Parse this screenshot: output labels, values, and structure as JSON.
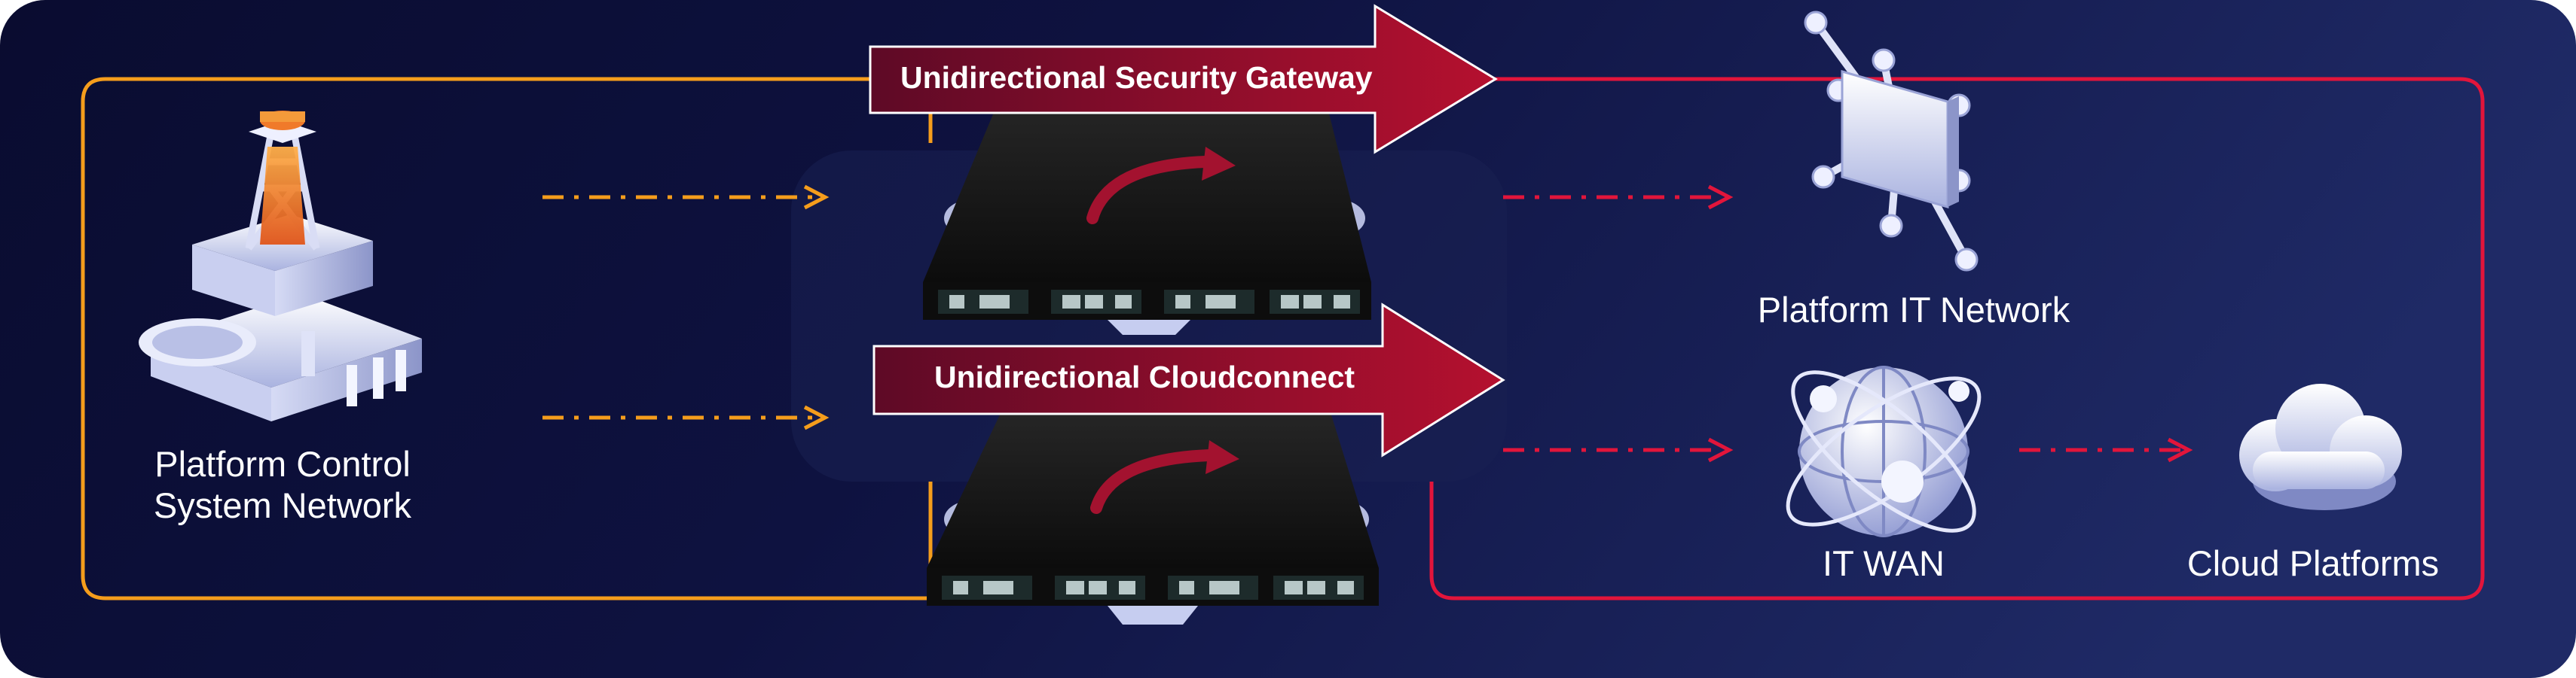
{
  "diagram": {
    "banners": {
      "gateway": "Unidirectional Security Gateway",
      "cloudconnect": "Unidirectional Cloudconnect"
    },
    "nodes": {
      "control_network_line1": "Platform Control",
      "control_network_line2": "System Network",
      "it_network": "Platform IT Network",
      "it_wan": "IT WAN",
      "cloud": "Cloud Platforms"
    },
    "colors": {
      "background_dark": "#0b0d33",
      "background_light": "#1d2660",
      "ot_side_orange": "#f59d1c",
      "it_side_red": "#e2153b",
      "banner_red": "#a10f2e",
      "appliance": "#151515"
    },
    "icons": [
      "oil-rig-icon",
      "gateway-appliance-icon",
      "network-hub-icon",
      "globe-icon",
      "cloud-icon"
    ]
  }
}
